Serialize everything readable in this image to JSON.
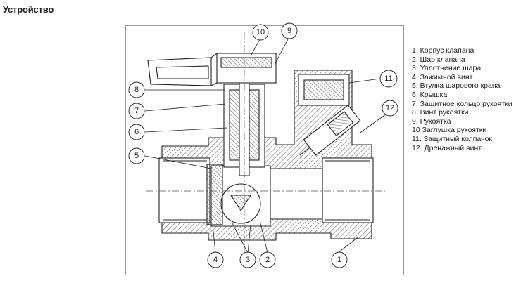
{
  "title": "Устройство",
  "legend": [
    "1. Корпус клапана",
    "2. Шар клапана",
    "3. Уплотнение шара",
    "4. Зажимной винт",
    "5. Втулка шарового крана",
    "6. Крышка",
    "7. Защитное кольцо рукоятки",
    "8. Винт рукоятки",
    "9. Рукоятка",
    "10 Заглушка рукоятки",
    "11. Защитный колпачок",
    "12. Дренажный винт"
  ],
  "callouts": [
    "10",
    "9",
    "11",
    "12",
    "8",
    "7",
    "6",
    "5",
    "4",
    "3",
    "2",
    "1"
  ],
  "colors": {
    "line": "#222222",
    "hatch": "#333333",
    "frame": "#9a9a9a"
  }
}
